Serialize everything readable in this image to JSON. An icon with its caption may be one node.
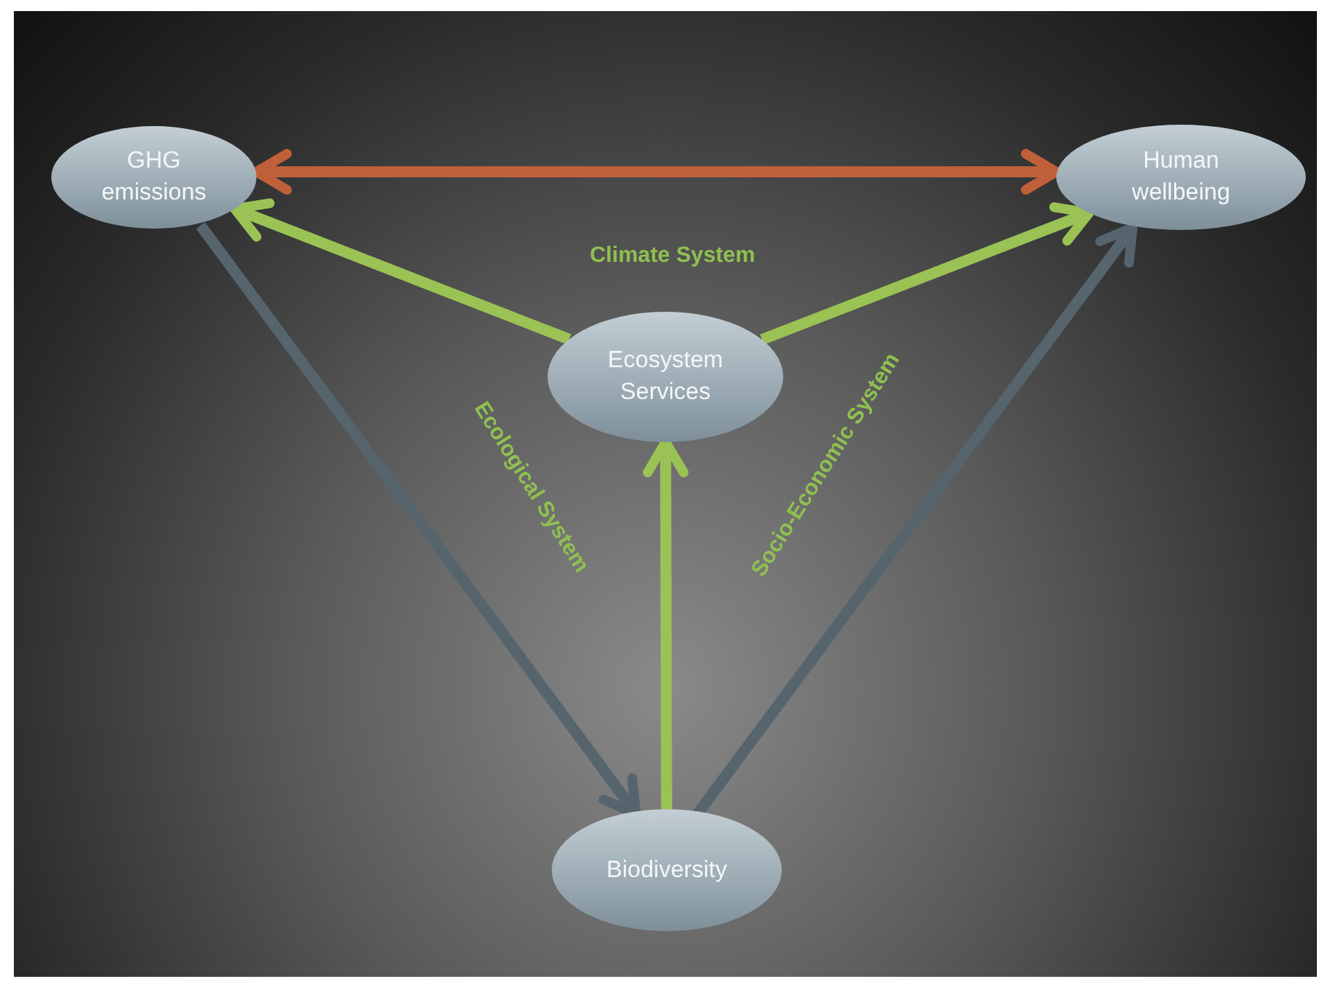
{
  "diagram": {
    "nodes": [
      {
        "text": [
          "GHG emissions"
        ]
      },
      {
        "text": [
          "Human wellbeing"
        ]
      },
      {
        "text": [
          "Ecosystem Services"
        ]
      },
      {
        "text": [
          "Biodiversity"
        ]
      }
    ],
    "edges": [
      {
        "from": 0,
        "to": 1,
        "arrow": "both",
        "color": "#c0603a"
      },
      {
        "from": 2,
        "to": 0,
        "arrow": "to"
      },
      {
        "from": 2,
        "to": 1,
        "arrow": "to"
      },
      {
        "from": 3,
        "to": 2,
        "arrow": "to"
      },
      {
        "from": 0,
        "to": 3,
        "arrow": "to",
        "color": "#56646d"
      },
      {
        "from": 3,
        "to": 1,
        "arrow": "to",
        "color": "#56646d"
      }
    ],
    "labels": [
      "Climate System",
      "Ecological System",
      "Socio-Economic System"
    ]
  }
}
